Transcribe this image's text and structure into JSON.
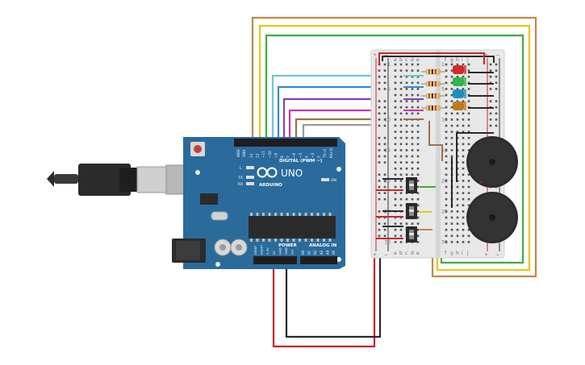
{
  "board": {
    "brand": "UNO",
    "logo_text": "ARDUINO",
    "digital_label": "DIGITAL (PWM ~)",
    "power_label": "POWER",
    "analog_label": "ANALOG IN",
    "on_label": "ON",
    "l_label": "L",
    "tx_label": "TX",
    "rx_label": "RX",
    "aref_label": "AREF",
    "gnd_label": "GND",
    "digital_pins": [
      "13",
      "12",
      "~11",
      "~10",
      "~9",
      "8",
      "7",
      "~6",
      "~5",
      "4",
      "~3",
      "2",
      "TX→1",
      "RX←0"
    ],
    "power_pins": [
      "IOREF",
      "RESET",
      "3.3V",
      "5V",
      "GND",
      "GND",
      "Vin"
    ],
    "analog_pins": [
      "A0",
      "A1",
      "A2",
      "A3",
      "A4",
      "A5"
    ]
  },
  "breadboard": {
    "left_cols": [
      "a",
      "b",
      "c",
      "d",
      "e"
    ],
    "right_cols": [
      "f",
      "g",
      "h",
      "i",
      "j"
    ],
    "plus": "+",
    "minus": "−",
    "row_numbers": [
      "1",
      "",
      "",
      "",
      "5",
      "",
      "",
      "",
      "",
      "10",
      "",
      "",
      "",
      "",
      "15",
      "",
      "",
      "",
      "",
      "20",
      "",
      "",
      "",
      "",
      "25",
      "",
      "",
      "",
      "",
      "30"
    ]
  },
  "components": {
    "leds": [
      "#d42a2a",
      "#2fb34a",
      "#1f8fbf",
      "#c07a1e"
    ],
    "buttons": 3,
    "buzzers": 2
  },
  "wire_colors": {
    "brown": "#c0884a",
    "yellow": "#e6c51e",
    "green": "#3cae3c",
    "cyan": "#6cc6d6",
    "blue": "#2e8bd6",
    "purple": "#8a3eb5",
    "magenta": "#c43aa8",
    "grey": "#9a9a9a",
    "red": "#c8262a",
    "black": "#2a2a2a"
  }
}
